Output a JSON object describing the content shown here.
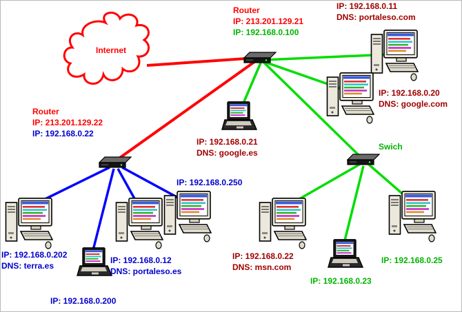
{
  "diagram": {
    "internet": {
      "label": "Internet"
    },
    "router_top": {
      "name": "Router",
      "ip_public": "IP: 213.201.129.21",
      "ip_lan": "IP: 192.168.0.100"
    },
    "router_left": {
      "name": "Router",
      "ip_public": "IP: 213.201.129.22",
      "ip_lan": "IP: 192.168.0.22"
    },
    "switch": {
      "label": "Swich"
    },
    "pc_portaleso_com": {
      "ip": "IP: 192.168.0.11",
      "dns": "DNS: portaleso.com"
    },
    "pc_google_com": {
      "ip": "IP: 192.168.0.20",
      "dns": "DNS: google.com"
    },
    "laptop_google_es": {
      "ip": "IP: 192.168.0.21",
      "dns": "DNS: google.es"
    },
    "pc_250": {
      "ip": "IP: 192.168.0.250"
    },
    "pc_terra": {
      "ip": "IP: 192.168.0.202",
      "dns": "DNS: terra.es"
    },
    "pc_portaleso_es": {
      "ip": "IP: 192.168.0.12",
      "dns": "DNS: portaleso.es"
    },
    "laptop_200": {
      "ip": "IP: 192.168.0.200"
    },
    "pc_msn": {
      "ip": "IP: 192.168.0.22",
      "dns": "DNS: msn.com"
    },
    "laptop_23": {
      "ip": "IP: 192.168.0.23"
    },
    "pc_25": {
      "ip": "IP: 192.168.0.25"
    }
  },
  "connections": [
    {
      "from": "internet",
      "to": "router_top",
      "color": "red"
    },
    {
      "from": "router_top",
      "to": "router_left",
      "color": "red"
    },
    {
      "from": "router_top",
      "to": "laptop_google_es",
      "color": "green"
    },
    {
      "from": "router_top",
      "to": "pc_google_com",
      "color": "green"
    },
    {
      "from": "router_top",
      "to": "pc_portaleso_com",
      "color": "green"
    },
    {
      "from": "router_top",
      "to": "switch",
      "color": "green"
    },
    {
      "from": "switch",
      "to": "pc_msn",
      "color": "green"
    },
    {
      "from": "switch",
      "to": "laptop_23",
      "color": "green"
    },
    {
      "from": "switch",
      "to": "pc_25",
      "color": "green"
    },
    {
      "from": "router_left",
      "to": "pc_terra",
      "color": "blue"
    },
    {
      "from": "router_left",
      "to": "laptop_200",
      "color": "blue"
    },
    {
      "from": "router_left",
      "to": "pc_portaleso_es",
      "color": "blue"
    },
    {
      "from": "router_left",
      "to": "pc_250",
      "color": "blue"
    }
  ],
  "palette": {
    "line_red": "#ff0000",
    "line_green": "#00dd00",
    "line_blue": "#0000ff",
    "text_red": "#ff0000",
    "text_dark_red": "#a00000",
    "text_green": "#00b400",
    "text_blue": "#0000cc",
    "background": "#ffffff"
  }
}
